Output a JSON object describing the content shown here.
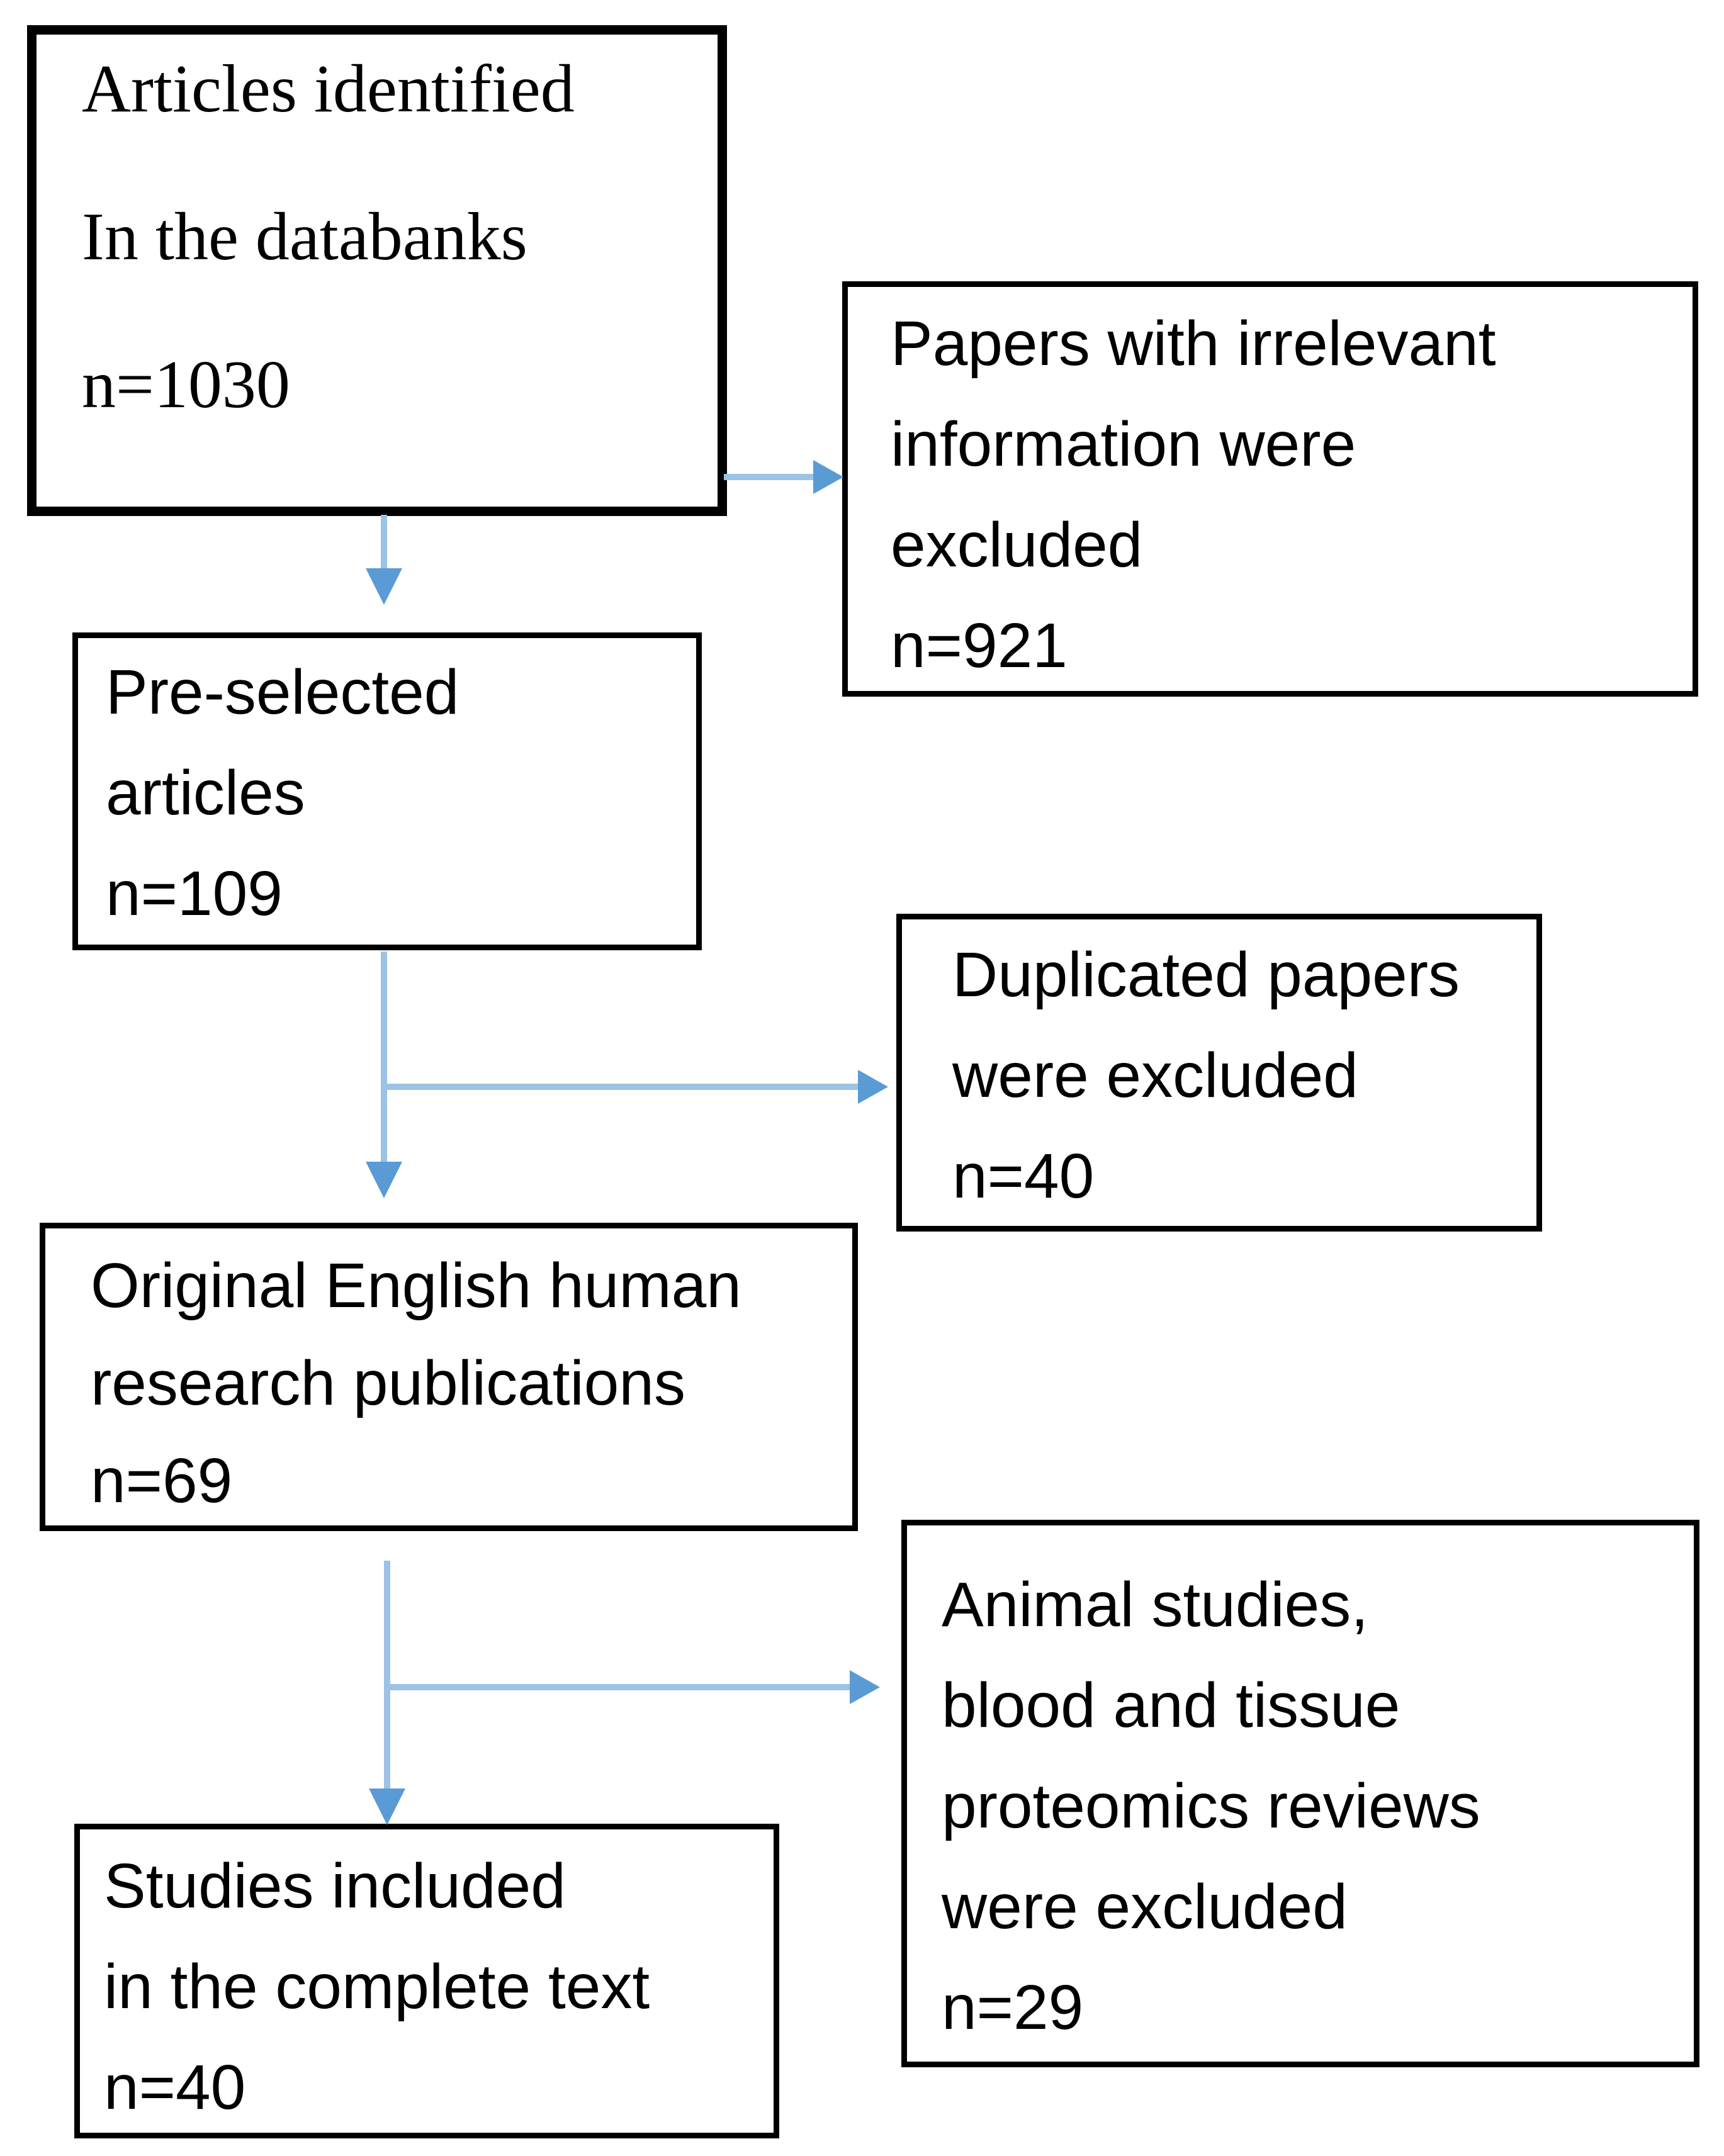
{
  "colors": {
    "background": "#ffffff",
    "box_border": "#000000",
    "text": "#000000",
    "arrow_line": "#9cc2e5",
    "arrow_head": "#5b9bd5"
  },
  "boxes": {
    "identified": {
      "lines": [
        "Articles identified",
        "In the databanks",
        "n=1030"
      ]
    },
    "irrelevant_excluded": {
      "lines": [
        "Papers with irrelevant",
        "information were",
        "excluded",
        "n=921"
      ]
    },
    "preselected": {
      "lines": [
        "Pre-selected",
        "articles",
        "n=109"
      ]
    },
    "duplicates_excluded": {
      "lines": [
        "Duplicated papers",
        "were excluded",
        "n=40"
      ]
    },
    "original_english": {
      "lines": [
        "Original English human",
        "research publications",
        "n=69"
      ]
    },
    "animal_excluded": {
      "lines": [
        "Animal studies,",
        "blood and tissue",
        "proteomics reviews",
        "were excluded",
        "n=29"
      ]
    },
    "included_complete_text": {
      "lines": [
        "Studies included",
        "in the complete text",
        "n=40"
      ]
    }
  }
}
